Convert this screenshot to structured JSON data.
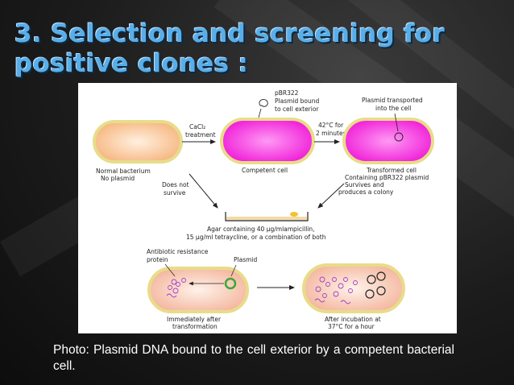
{
  "slide": {
    "title_line1": "3. Selection and screening for",
    "title_line2": "positive clones :",
    "caption": "Photo: Plasmid DNA bound to the cell exterior by a competent bacterial cell."
  },
  "diagram": {
    "labels": {
      "normal_bacterium_1": "Normal bacterium",
      "normal_bacterium_2": "No plasmid",
      "cacl2_1": "CaCl₂",
      "cacl2_2": "treatment",
      "pbr322_1": "pBR322",
      "pbr322_2": "Plasmid bound",
      "pbr322_3": "to cell exterior",
      "competent_cell": "Competent cell",
      "heat_1": "42°C for",
      "heat_2": "2 minutes",
      "transported_1": "Plasmid transported",
      "transported_2": "into the cell",
      "transformed_1": "Transformed cell",
      "transformed_2": "Containing pBR322 plasmid",
      "survives_1": "Survives and",
      "survives_2": "produces a colony",
      "does_not_1": "Does not",
      "does_not_2": "survive",
      "agar_1": "Agar containing 40 µg/mlampicillin,",
      "agar_2": "15 µg/ml tetraycline, or a combination of both",
      "resistance_1": "Antibiotic resistance",
      "resistance_2": "protein",
      "plasmid": "Plasmid",
      "immediately_1": "Immediately after",
      "immediately_2": "transformation",
      "after_incubation_1": "After incubation at",
      "after_incubation_2": "37°C for a hour"
    },
    "colors": {
      "normal_fill": "#f8c89a",
      "competent_fill": "#ff3be8",
      "cell_outline": "#e8dc8a",
      "bottom_cell_fill": "#f7c4ac",
      "green_ring": "#3aa83a",
      "protein": "#a040c8"
    }
  }
}
